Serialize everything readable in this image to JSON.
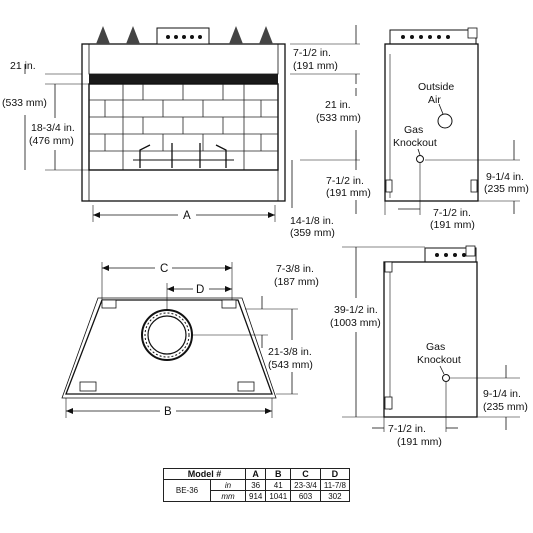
{
  "front_view": {
    "height_label": [
      "21 in.",
      "(533 mm)"
    ],
    "opening_label": [
      "18-3/4 in.",
      "(476 mm)"
    ],
    "width_letter": "A"
  },
  "side_view": {
    "top_offset_label": [
      "7-1/2 in.",
      "(191 mm)"
    ],
    "height_label": [
      "21 in.",
      "(533 mm)"
    ],
    "outside_air_label": [
      "Outside",
      "Air"
    ],
    "gas_knockout_label": [
      "Gas",
      "Knockout"
    ],
    "bottom_offset_label": [
      "7-1/2 in.",
      "(191 mm)"
    ],
    "knockout_height_label": [
      "9-1/4 in.",
      "(235 mm)"
    ],
    "depth_label": [
      "7-1/2 in.",
      "(191 mm)"
    ],
    "front_depth_label": [
      "14-1/8 in.",
      "(359 mm)"
    ]
  },
  "top_view": {
    "c_letter": "C",
    "d_letter": "D",
    "b_letter": "B",
    "flue_offset_label": [
      "7-3/8 in.",
      "(187 mm)"
    ],
    "depth_label": [
      "21-3/8 in.",
      "(543 mm)"
    ]
  },
  "right_side_view": {
    "height_label": [
      "39-1/2 in.",
      "(1003 mm)"
    ],
    "gas_knockout_label": [
      "Gas",
      "Knockout"
    ],
    "knockout_height_label": [
      "9-1/4 in.",
      "(235 mm)"
    ],
    "depth_label": [
      "7-1/2 in.",
      "(191 mm)"
    ]
  },
  "spec_table": {
    "headers": [
      "Model #",
      "A",
      "B",
      "C",
      "D"
    ],
    "model": "BE-36",
    "rows": [
      {
        "unit": "in",
        "values": [
          "36",
          "41",
          "23-3/4",
          "11-7/8"
        ]
      },
      {
        "unit": "mm",
        "values": [
          "914",
          "1041",
          "603",
          "302"
        ]
      }
    ]
  }
}
